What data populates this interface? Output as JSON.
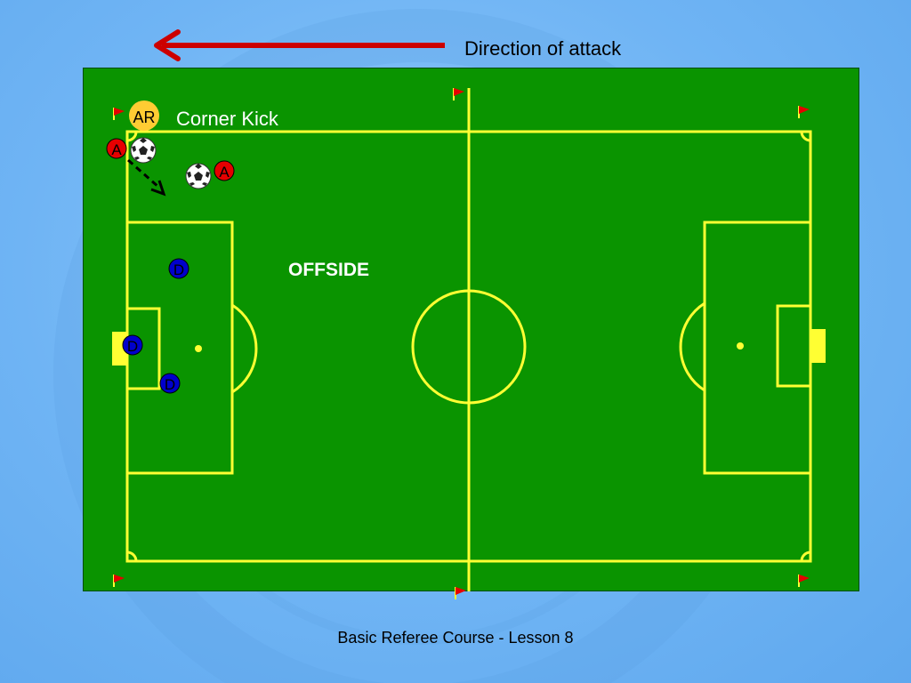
{
  "slide": {
    "header": "Direction of attack",
    "footer": "Basic Referee Course - Lesson 8"
  },
  "diagram": {
    "corner_kick_label": "Corner Kick",
    "offside_label": "OFFSIDE",
    "assistant_referee_label": "AR",
    "attacker_label": "A",
    "defender_label": "D"
  },
  "colors": {
    "field": "#0a9400",
    "lines": "#ffff33",
    "arrow": "#cc0000",
    "attacker": "#e60000",
    "defender": "#0000cc",
    "referee": "#ffcc33"
  },
  "icons": [
    "left-arrow-icon",
    "corner-flag-icon",
    "soccer-ball-icon",
    "pass-arrow-icon"
  ]
}
